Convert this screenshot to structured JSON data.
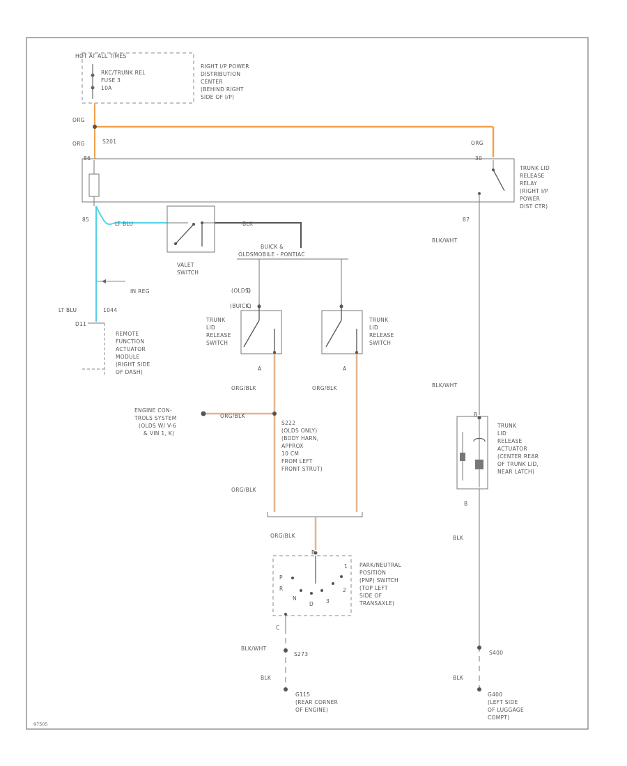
{
  "fuse_block": {
    "header": "HOT AT ALL TIMES",
    "fuse_lines": [
      "RKC/TRUNK REL",
      "FUSE 3",
      "10A"
    ],
    "location": [
      "RIGHT I/P POWER",
      "DISTRIBUTION",
      "CENTER",
      "(BEHIND RIGHT",
      "SIDE OF I/P)"
    ]
  },
  "wires": {
    "org_top": "ORG",
    "org_left": "ORG",
    "splice_s201": "S201",
    "org_right": "ORG",
    "lt_blu_upper": "LT BLU",
    "blk_valet": "BLK",
    "lt_blu_lower": "LT BLU",
    "wire_num_1044": "1044",
    "blk_wht_relay": "BLK/WHT",
    "blk_wht_actuator": "BLK/WHT",
    "org_blk_a": "ORG/BLK",
    "org_blk_b": "ORG/BLK",
    "org_blk_engine": "ORG/BLK",
    "org_blk_c": "ORG/BLK",
    "org_blk_bottom": "ORG/BLK",
    "blk_wht_bottom": "BLK/WHT",
    "blk_bottom_left": "BLK",
    "blk_bottom_right": "BLK",
    "blk_right_mid": "BLK",
    "olds_label": "(OLDS)",
    "buick_label": "(BUICK)"
  },
  "pins": {
    "p86": "86",
    "p30": "30",
    "p85": "85",
    "p87": "87",
    "p_d": "D",
    "p_c": "C",
    "p_a1": "A",
    "p_a2": "A",
    "p_b1": "B",
    "p_b2": "B",
    "p_b3": "B",
    "p_c2": "C",
    "p_d2": "D"
  },
  "components": {
    "relay": [
      "TRUNK LID",
      "RELEASE",
      "RELAY",
      "(RIGHT I/P",
      "POWER",
      "DIST CTR)"
    ],
    "valet": [
      "VALET",
      "SWITCH"
    ],
    "makes": [
      "BUICK &",
      "OLDSMOBILE - PONTIAC"
    ],
    "in_reg": "IN REG",
    "rfa": [
      "REMOTE",
      "FUNCTION",
      "ACTUATOR",
      "MODULE",
      "(RIGHT SIDE",
      "OF DASH)"
    ],
    "rfa_pin": "D11",
    "switch_left": [
      "TRUNK",
      "LID",
      "RELEASE",
      "SWITCH"
    ],
    "switch_right": [
      "TRUNK",
      "LID",
      "RELEASE",
      "SWITCH"
    ],
    "engine_ctrl": [
      "ENGINE CON-",
      "TROLS SYSTEM",
      "(OLDS W/ V-6",
      "& VIN 1, K)"
    ],
    "splice_s222": [
      "S222",
      "(OLDS ONLY)",
      "(BODY HARN,",
      "APPROX",
      "10 CM",
      "FROM LEFT",
      "FRONT STRUT)"
    ],
    "actuator": [
      "TRUNK",
      "LID",
      "RELEASE",
      "ACTUATOR",
      "(CENTER REAR",
      "OF TRUNK LID,",
      "NEAR LATCH)"
    ],
    "pnp": [
      "PARK/NEUTRAL",
      "POSITION",
      "(PNP) SWITCH",
      "(TOP LEFT",
      "SIDE OF",
      "TRANSAXLE)"
    ],
    "pnp_gear_p": "P",
    "pnp_gear_r": "R",
    "pnp_gear_n": "N",
    "pnp_gear_d": "D",
    "pnp_gear_3": "3",
    "pnp_gear_2": "2",
    "pnp_gear_1": "1",
    "splice_s273": "S273",
    "ground_g115": [
      "G115",
      "(REAR CORNER",
      "OF ENGINE)"
    ],
    "splice_s400": "S400",
    "ground_g400": [
      "G400",
      "(LEFT SIDE",
      "OF LUGGAGE",
      "COMPT)"
    ]
  },
  "diagram_id": "97505",
  "colors": {
    "orange": "#f5a04c",
    "light_blue": "#4fd3e8",
    "tan": "#e3b48f",
    "line": "#6f6f6f"
  }
}
